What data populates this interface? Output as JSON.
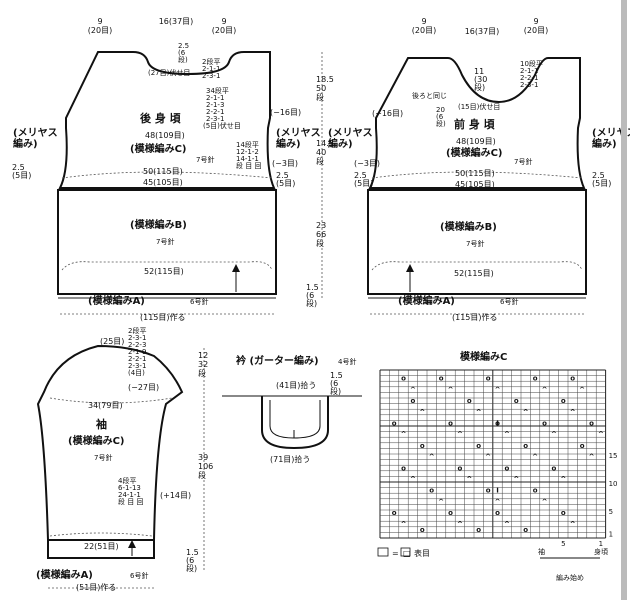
{
  "back": {
    "title": "後 身 頃",
    "pattern_c": "(模様編みC)",
    "pattern_b": "(模様編みB)",
    "pattern_a": "(模様編みA)",
    "needle7": "7号針",
    "needle7b": "7号針",
    "needle6": "6号針",
    "stockinette_l": "(メリヤス\n編み)",
    "stockinette_r": "(メリヤス\n編み)",
    "top_left": "9\n(20目)",
    "top_mid": "16(37目)",
    "top_right": "9\n(20目)",
    "neck_depth": "2.5\n(6\n段)",
    "neck_bindoff": "(27目)伏せ目",
    "neck_dec": "2段平\n2-1-1\n2-3-1",
    "arm_dec": "34段平\n2-1-1\n2-1-3\n2-2-1\n2-3-1",
    "arm_bindoff": "(5目)伏せ目",
    "arm_dec_count": "(−16目)",
    "bust": "48(109目)",
    "side_inc": "14段平\n12-1-2\n14-1-1\n段 目 回",
    "side_minus3": "(−3目)",
    "side_25_l": "2.5\n(5目)",
    "side_25_r": "2.5\n(5目)",
    "waist_50": "50(115目)",
    "waist_45": "45(105目)",
    "hem_52": "52(115目)",
    "cast_on": "(115目)作る",
    "h_185": "18.5\n50\n段",
    "h_145": "14.5\n40\n段",
    "h_23": "23\n66\n段",
    "h_15": "1.5\n(6\n段)"
  },
  "front": {
    "title": "前 身 頃",
    "pattern_c": "(模様編みC)",
    "pattern_b": "(模様編みB)",
    "pattern_a": "(模様編みA)",
    "needle7": "7号針",
    "needle7b": "7号針",
    "needle6": "6号針",
    "stockinette_l": "(メリヤス\n編み)",
    "stockinette_r": "(メリヤス\n編み)",
    "top_left": "9\n(20目)",
    "top_mid": "16(37目)",
    "top_right": "9\n(20目)",
    "neck_11": "11\n(30\n段)",
    "neck_dec": "10段平\n2-1-1\n2-2-1\n2-3-1",
    "neck_bindoff": "(15目)伏せ目",
    "arm_dec_count": "(−16目)",
    "note": "後ろと同じ",
    "depth_20": "20\n(6\n段)",
    "bust": "48(109目)",
    "side_minus3": "(−3目)",
    "side_25_l": "2.5\n(5目)",
    "side_25_r": "2.5\n(5目)",
    "waist_50": "50(115目)",
    "waist_45": "45(105目)",
    "hem_52": "52(115目)",
    "cast_on": "(115目)作る"
  },
  "sleeve": {
    "title": "袖",
    "pattern_c": "(模様編みC)",
    "pattern_a": "(模様編みA)",
    "needle7": "7号針",
    "needle6": "6号針",
    "cap_top": "(25目)",
    "cap_dec": "2段平\n2-3-1\n2-2-3\n2-1-9\n2-2-1\n2-3-1\n(4目)",
    "cap_minus": "(−27目)",
    "width": "34(79目)",
    "inc": "4段平\n6-1-13\n24-1-1\n段 目 回",
    "inc_total": "(+14目)",
    "cuff": "22(51目)",
    "cast_on": "(51目)作る",
    "h_12": "12\n32\n段",
    "h_39": "39\n106\n段",
    "h_15": "1.5\n(6\n段)"
  },
  "collar": {
    "title": "衿 (ガーター編み)",
    "needle": "4号針",
    "pickup": "(41目)拾う",
    "pickup_bottom": "(71目)拾う",
    "depth": "1.5\n(6\n段)"
  },
  "chart": {
    "title": "模様編みC",
    "legend_symbol": "□",
    "legend_eq": "=",
    "legend_text": "表目",
    "sleeve_label": "袖",
    "body_label": "身頃",
    "start_label": "編み始め",
    "row_numbers": [
      "15",
      "10",
      "5",
      "1"
    ],
    "col_numbers": [
      "5",
      "1"
    ],
    "cols": 24,
    "rows": 30,
    "yo_marks": [
      [
        2,
        1
      ],
      [
        6,
        1
      ],
      [
        11,
        1
      ],
      [
        16,
        1
      ],
      [
        20,
        1
      ],
      [
        3,
        5
      ],
      [
        9,
        5
      ],
      [
        14,
        5
      ],
      [
        19,
        5
      ],
      [
        1,
        9
      ],
      [
        7,
        9
      ],
      [
        12,
        9
      ],
      [
        17,
        9
      ],
      [
        22,
        9
      ],
      [
        4,
        13
      ],
      [
        10,
        13
      ],
      [
        15,
        13
      ],
      [
        21,
        13
      ],
      [
        2,
        17
      ],
      [
        8,
        17
      ],
      [
        13,
        17
      ],
      [
        18,
        17
      ],
      [
        5,
        21
      ],
      [
        11,
        21
      ],
      [
        16,
        21
      ],
      [
        1,
        25
      ],
      [
        7,
        25
      ],
      [
        12,
        25
      ],
      [
        19,
        25
      ],
      [
        4,
        28
      ],
      [
        10,
        28
      ],
      [
        15,
        28
      ]
    ],
    "dec_marks": [
      [
        3,
        3
      ],
      [
        7,
        3
      ],
      [
        12,
        3
      ],
      [
        17,
        3
      ],
      [
        21,
        3
      ],
      [
        4,
        7
      ],
      [
        10,
        7
      ],
      [
        15,
        7
      ],
      [
        20,
        7
      ],
      [
        2,
        11
      ],
      [
        8,
        11
      ],
      [
        13,
        11
      ],
      [
        18,
        11
      ],
      [
        23,
        11
      ],
      [
        5,
        15
      ],
      [
        11,
        15
      ],
      [
        16,
        15
      ],
      [
        22,
        15
      ],
      [
        3,
        19
      ],
      [
        9,
        19
      ],
      [
        14,
        19
      ],
      [
        19,
        19
      ],
      [
        6,
        23
      ],
      [
        12,
        23
      ],
      [
        17,
        23
      ],
      [
        2,
        27
      ],
      [
        8,
        27
      ],
      [
        13,
        27
      ],
      [
        20,
        27
      ]
    ],
    "bar_marks": [
      [
        12,
        9
      ],
      [
        12,
        21
      ]
    ]
  }
}
